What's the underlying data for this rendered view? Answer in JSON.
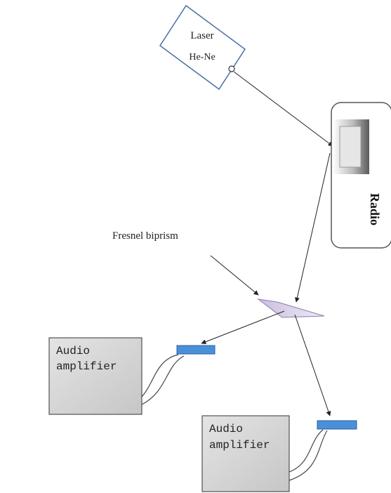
{
  "laser": {
    "line1": "Laser",
    "line2": "He-Ne"
  },
  "radio": {
    "label": "Radio"
  },
  "biprism": {
    "label": "Fresnel biprism"
  },
  "amplifier_left": {
    "line1": "Audio",
    "line2": "amplifier"
  },
  "amplifier_right": {
    "line1": "Audio",
    "line2": "amplifier"
  },
  "colors": {
    "detector": "#4a90d9",
    "biprism": "#d9cfe6",
    "box_fill": "#d6d6d6"
  }
}
